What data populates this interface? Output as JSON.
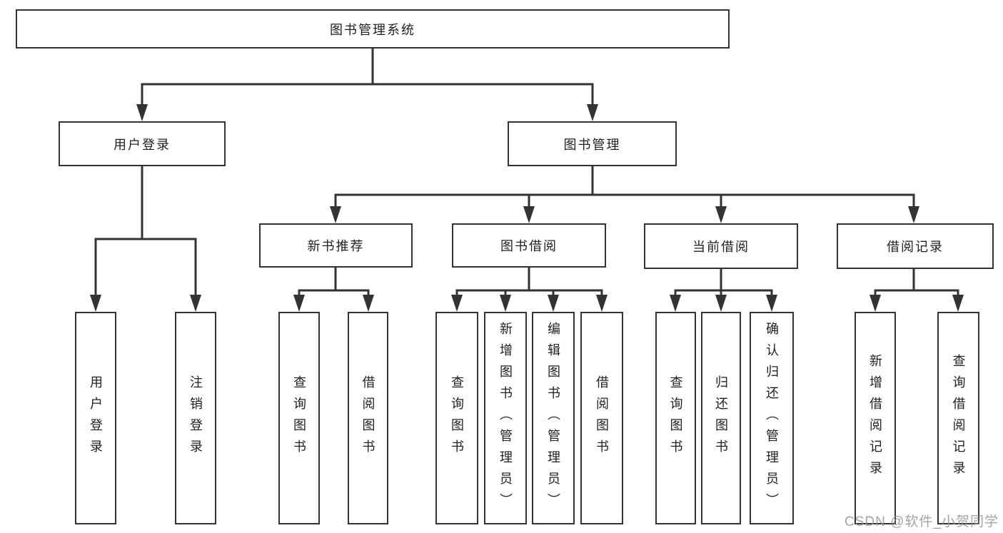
{
  "diagram": {
    "title": "图书管理系统",
    "tree": {
      "label": "图书管理系统",
      "children": [
        {
          "label": "用户登录",
          "children": [
            {
              "label": "用户登录"
            },
            {
              "label": "注销登录"
            }
          ]
        },
        {
          "label": "图书管理",
          "children": [
            {
              "label": "新书推荐",
              "children": [
                {
                  "label": "查询图书"
                },
                {
                  "label": "借阅图书"
                }
              ]
            },
            {
              "label": "图书借阅",
              "children": [
                {
                  "label": "查询图书"
                },
                {
                  "label": "新增图书（管理员）"
                },
                {
                  "label": "编辑图书（管理员）"
                },
                {
                  "label": "借阅图书"
                }
              ]
            },
            {
              "label": "当前借阅",
              "children": [
                {
                  "label": "查询图书"
                },
                {
                  "label": "归还图书"
                },
                {
                  "label": "确认归还（管理员）"
                }
              ]
            },
            {
              "label": "借阅记录",
              "children": [
                {
                  "label": "新增借阅记录"
                },
                {
                  "label": "查询借阅记录"
                }
              ]
            }
          ]
        }
      ]
    }
  },
  "watermark": {
    "text": "CSDN @软件_小贺同学"
  },
  "colors": {
    "line": "#333333",
    "text": "#1f1f1f",
    "watermark": "#949494",
    "background": "#ffffff"
  }
}
